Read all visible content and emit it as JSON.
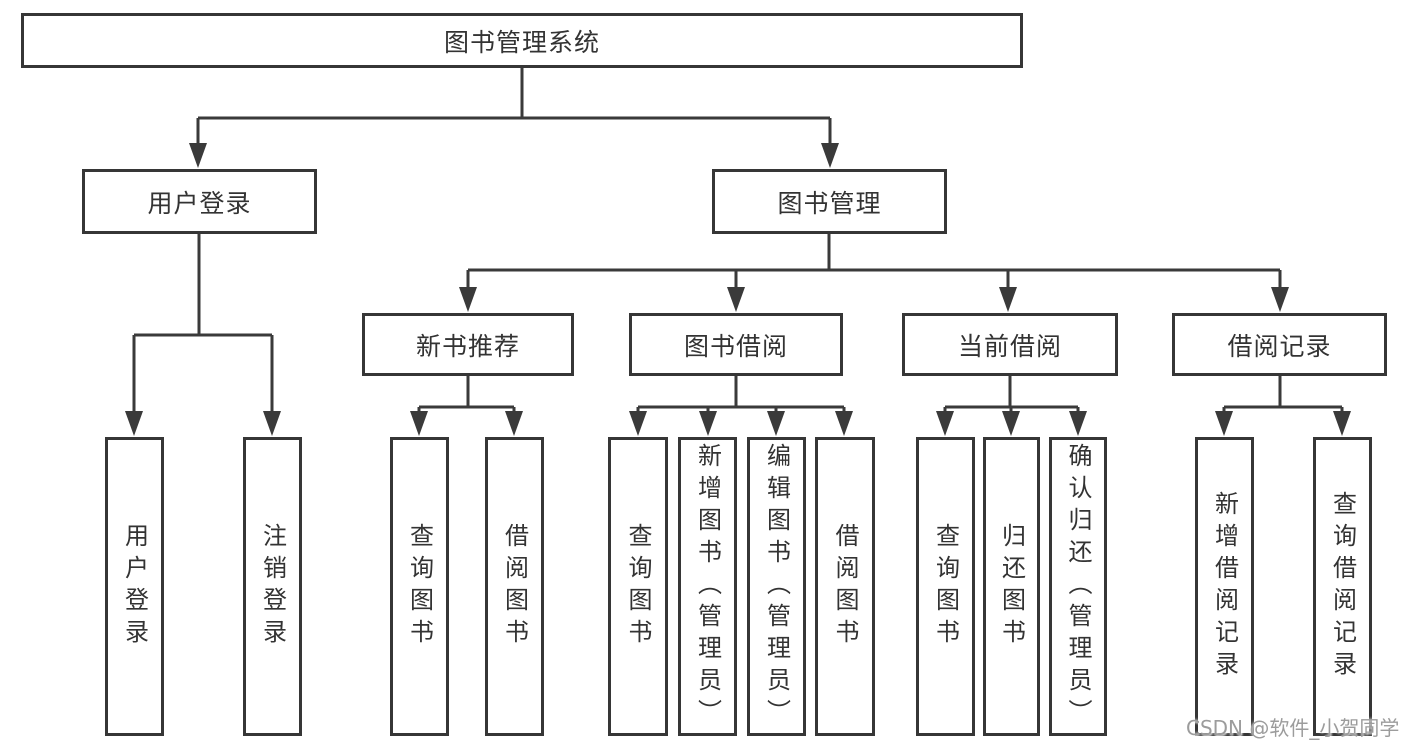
{
  "diagram_type": "function-structure-tree",
  "structure": {
    "label": "图书管理系统",
    "children": [
      {
        "label": "用户登录",
        "children": [
          {
            "label": "用户登录"
          },
          {
            "label": "注销登录"
          }
        ]
      },
      {
        "label": "图书管理",
        "children": [
          {
            "label": "新书推荐",
            "children": [
              {
                "label": "查询图书"
              },
              {
                "label": "借阅图书"
              }
            ]
          },
          {
            "label": "图书借阅",
            "children": [
              {
                "label": "查询图书"
              },
              {
                "label": "新增图书（管理员）"
              },
              {
                "label": "编辑图书（管理员）"
              },
              {
                "label": "借阅图书"
              }
            ]
          },
          {
            "label": "当前借阅",
            "children": [
              {
                "label": "查询图书"
              },
              {
                "label": "归还图书"
              },
              {
                "label": "确认归还（管理员）"
              }
            ]
          },
          {
            "label": "借阅记录",
            "children": [
              {
                "label": "新增借阅记录"
              },
              {
                "label": "查询借阅记录"
              }
            ]
          }
        ]
      }
    ]
  },
  "watermark": {
    "text": "CSDN @软件_小贺同学"
  },
  "colors": {
    "line": "#3a3a3a",
    "box_border": "#363636",
    "text": "#333333",
    "background": "#ffffff",
    "watermark": "#9c9c9c"
  }
}
